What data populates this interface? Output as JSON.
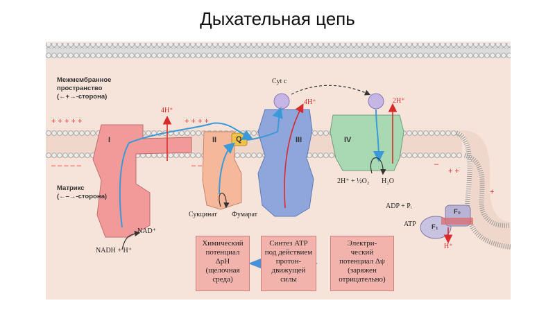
{
  "title": "Дыхательная цепь",
  "labels": {
    "intermembrane_1": "Межмембранное",
    "intermembrane_2": "пространство",
    "intermembrane_3": "(←+→-сторона)",
    "matrix_1": "Матрикс",
    "matrix_2": "(←–→-сторона)",
    "cyt_c": "Cyt c",
    "h4_left": "4H⁺",
    "h4_right": "4H⁺",
    "h2": "2H⁺",
    "complex_1": "I",
    "complex_2": "II",
    "q": "Q",
    "complex_3": "III",
    "complex_4": "IV",
    "nad": "NAD⁺",
    "nadh": "NADH + H⁺",
    "succinate": "Сукцинат",
    "fumarate": "Фумарат",
    "o2_reaction": "2H⁺ + ½O₂",
    "h2o": "H₂O",
    "adp": "ADP + Pᵢ",
    "atp": "ATP",
    "f0": "F₀",
    "f1": "F₁",
    "h_atp": "H⁺"
  },
  "boxes": {
    "left": [
      "Химический",
      "потенциал",
      "ΔpH",
      "(щелочная",
      "среда)"
    ],
    "middle": [
      "Синтез ATP",
      "под действием",
      "протон-",
      "движущей",
      "силы"
    ],
    "right": [
      "Электри-",
      "ческий",
      "потенциал Δψ",
      "(заряжен",
      "отрицательно)"
    ]
  },
  "colors": {
    "complex_1": "#f29a9a",
    "complex_2": "#f6b89a",
    "complex_3": "#8ea6db",
    "complex_4": "#a8d9b2",
    "q": "#f0c24a",
    "membrane": "#c9c9c9",
    "arrow_blue": "#3a9ad9",
    "arrow_red": "#d82a2a"
  }
}
